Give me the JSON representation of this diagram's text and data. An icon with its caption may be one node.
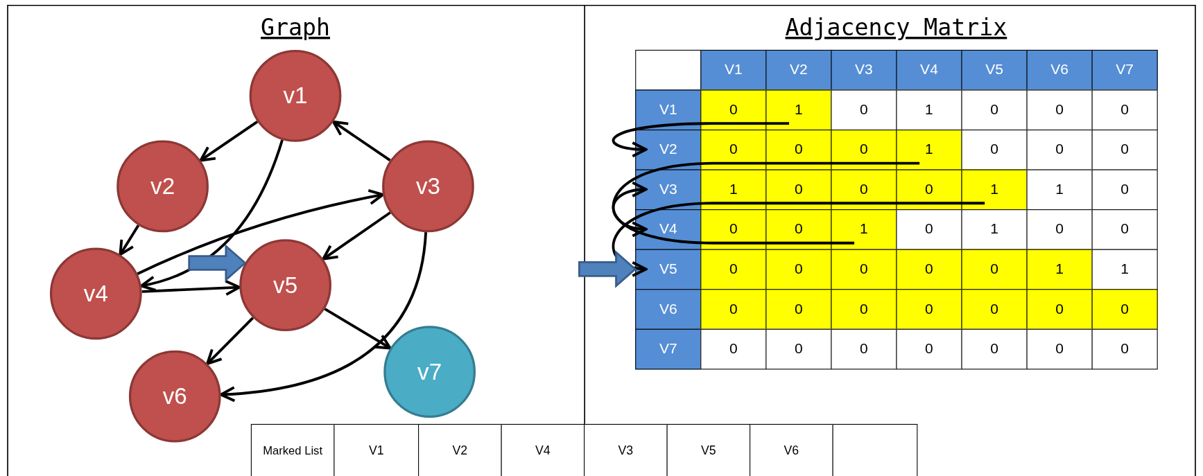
{
  "diagram": {
    "nodes": [
      {
        "text": [
          "v1"
        ]
      },
      {
        "text": [
          "v2"
        ]
      },
      {
        "text": [
          "v3"
        ]
      },
      {
        "text": [
          "v4"
        ]
      },
      {
        "text": [
          "v5"
        ]
      },
      {
        "text": [
          "v6"
        ]
      },
      {
        "text": [
          "v7"
        ]
      },
      {
        "text": [
          "Marked List"
        ]
      },
      {
        "text": [
          "V1"
        ]
      },
      {
        "text": [
          "V2"
        ]
      },
      {
        "text": [
          "V4"
        ]
      },
      {
        "text": [
          "V3"
        ]
      },
      {
        "text": [
          "V5"
        ]
      },
      {
        "text": [
          "V6"
        ]
      },
      {
        "text": [],
        "shape": "box"
      }
    ],
    "edges": [
      {
        "from": 0,
        "to": 1,
        "arrow": "to"
      },
      {
        "from": 0,
        "to": 3,
        "arrow": "to"
      },
      {
        "from": 2,
        "to": 0,
        "arrow": "to"
      },
      {
        "from": 1,
        "to": 3,
        "arrow": "to"
      },
      {
        "from": 3,
        "to": 2,
        "arrow": "to"
      },
      {
        "from": 2,
        "to": 4,
        "arrow": "to"
      },
      {
        "from": 3,
        "to": 4,
        "arrow": "to"
      },
      {
        "from": 2,
        "to": 5,
        "arrow": "to"
      },
      {
        "from": 4,
        "to": 5,
        "arrow": "to"
      },
      {
        "from": 4,
        "to": 6,
        "arrow": "to"
      },
      {
        "from": null,
        "to": 4,
        "arrow": "to",
        "style": "thick",
        "color": "#4f81bd"
      }
    ],
    "labels": [
      "Graph",
      "Adjacency Matrix",
      "V1",
      "V2",
      "V3",
      "V4",
      "V5",
      "V6",
      "V7",
      "V1",
      "0",
      "1",
      "0",
      "1",
      "0",
      "0",
      "0",
      "V2",
      "0",
      "0",
      "0",
      "1",
      "0",
      "0",
      "0",
      "V3",
      "1",
      "0",
      "0",
      "0",
      "1",
      "1",
      "0",
      "V4",
      "0",
      "0",
      "1",
      "0",
      "1",
      "0",
      "0",
      "V5",
      "0",
      "0",
      "0",
      "0",
      "0",
      "1",
      "1",
      "V6",
      "0",
      "0",
      "0",
      "0",
      "0",
      "0",
      "0",
      "V7",
      "0",
      "0",
      "0",
      "0",
      "0",
      "0",
      "0"
    ]
  }
}
